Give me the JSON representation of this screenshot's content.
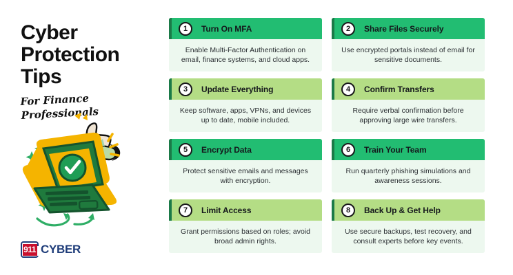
{
  "header": {
    "title": "Cyber Protection Tips",
    "subtitle": "For Finance Professionals"
  },
  "logo": {
    "mark_text": "911",
    "name": "CYBER",
    "mark_color": "#c8102e",
    "text_color": "#1f3d7a"
  },
  "illustration": {
    "laptop_screen_icon": "check-circle-icon",
    "hand_icon": "thumbs-up-icon",
    "sparkle_icon": "sparkle-icon",
    "arrow_icon": "curved-arrow-icon",
    "laptop_body_color": "#1f7a3d",
    "laptop_outline_color": "#f5b400",
    "screen_color": "#f5b400",
    "check_color": "#1f9d55"
  },
  "theme": {
    "tone_dark": "#22bd72",
    "tone_light": "#b4dd85",
    "card_body_bg": "#edf8ef",
    "accent_bar": "#1b7a48",
    "title_color": "#111111"
  },
  "tips": [
    {
      "number": "1",
      "title": "Turn On MFA",
      "body": "Enable Multi-Factor Authentication on email, finance systems, and cloud apps.",
      "tone": "tone-dark"
    },
    {
      "number": "2",
      "title": "Share Files Securely",
      "body": "Use encrypted portals instead of email for sensitive documents.",
      "tone": "tone-dark"
    },
    {
      "number": "3",
      "title": "Update Everything",
      "body": "Keep software, apps, VPNs, and devices up to date, mobile included.",
      "tone": "tone-light"
    },
    {
      "number": "4",
      "title": "Confirm Transfers",
      "body": "Require verbal confirmation before approving large wire transfers.",
      "tone": "tone-light"
    },
    {
      "number": "5",
      "title": "Encrypt Data",
      "body": "Protect sensitive emails and messages with encryption.",
      "tone": "tone-dark"
    },
    {
      "number": "6",
      "title": "Train Your Team",
      "body": "Run quarterly phishing simulations and awareness sessions.",
      "tone": "tone-dark"
    },
    {
      "number": "7",
      "title": "Limit Access",
      "body": "Grant permissions based on roles; avoid broad admin rights.",
      "tone": "tone-light"
    },
    {
      "number": "8",
      "title": "Back Up & Get Help",
      "body": "Use secure backups, test recovery, and consult experts before key events.",
      "tone": "tone-light"
    }
  ]
}
